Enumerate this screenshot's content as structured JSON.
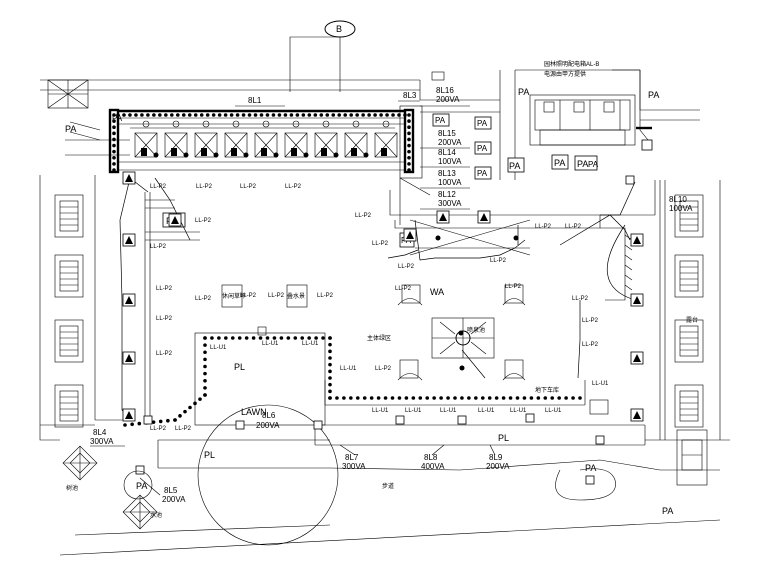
{
  "grid_bubble": "B",
  "panel_note": [
    "园林照明配电箱AL-B",
    "电源由甲方提供"
  ],
  "circuits": {
    "l1": "8L1",
    "l3": "8L3",
    "l16": "8L16",
    "l16v": "200VA",
    "l15": "8L15",
    "l15v": "200VA",
    "l14": "8L14",
    "l14v": "100VA",
    "l13": "8L13",
    "l13v": "100VA",
    "l12": "8L12",
    "l12v": "300VA",
    "l10": "8L10",
    "l10v": "100VA",
    "l4": "8L4",
    "l4v": "300VA",
    "l5": "8L5",
    "l5v": "200VA",
    "l6": "8L6",
    "l6v": "200VA",
    "l7": "8L7",
    "l7v": "300VA",
    "l8": "8L8",
    "l8v": "400VA",
    "l9": "8L9",
    "l9v": "200VA"
  },
  "area_codes": {
    "pa": "PA",
    "pl": "PL",
    "wa": "WA",
    "lawn": "LAWN"
  },
  "wire_tags": {
    "p2": "LL-P2",
    "u1": "LL-U1"
  },
  "room_labels": {
    "main_stage": "主体绿区",
    "lawn_area": "休闲草坪",
    "fountain": "喷泉池",
    "waterfall": "叠水景",
    "path": "步道",
    "terrace": "露台",
    "underground": "地下车库",
    "planter": "树池",
    "pool": "水池"
  },
  "icons": {
    "floodlight": "floodlight-icon",
    "lawn_lamp": "lawn-lamp-icon",
    "junction": "junction-box-icon",
    "panel": "distribution-panel-icon"
  },
  "colors": {
    "ink": "#000000",
    "paper": "#ffffff"
  }
}
